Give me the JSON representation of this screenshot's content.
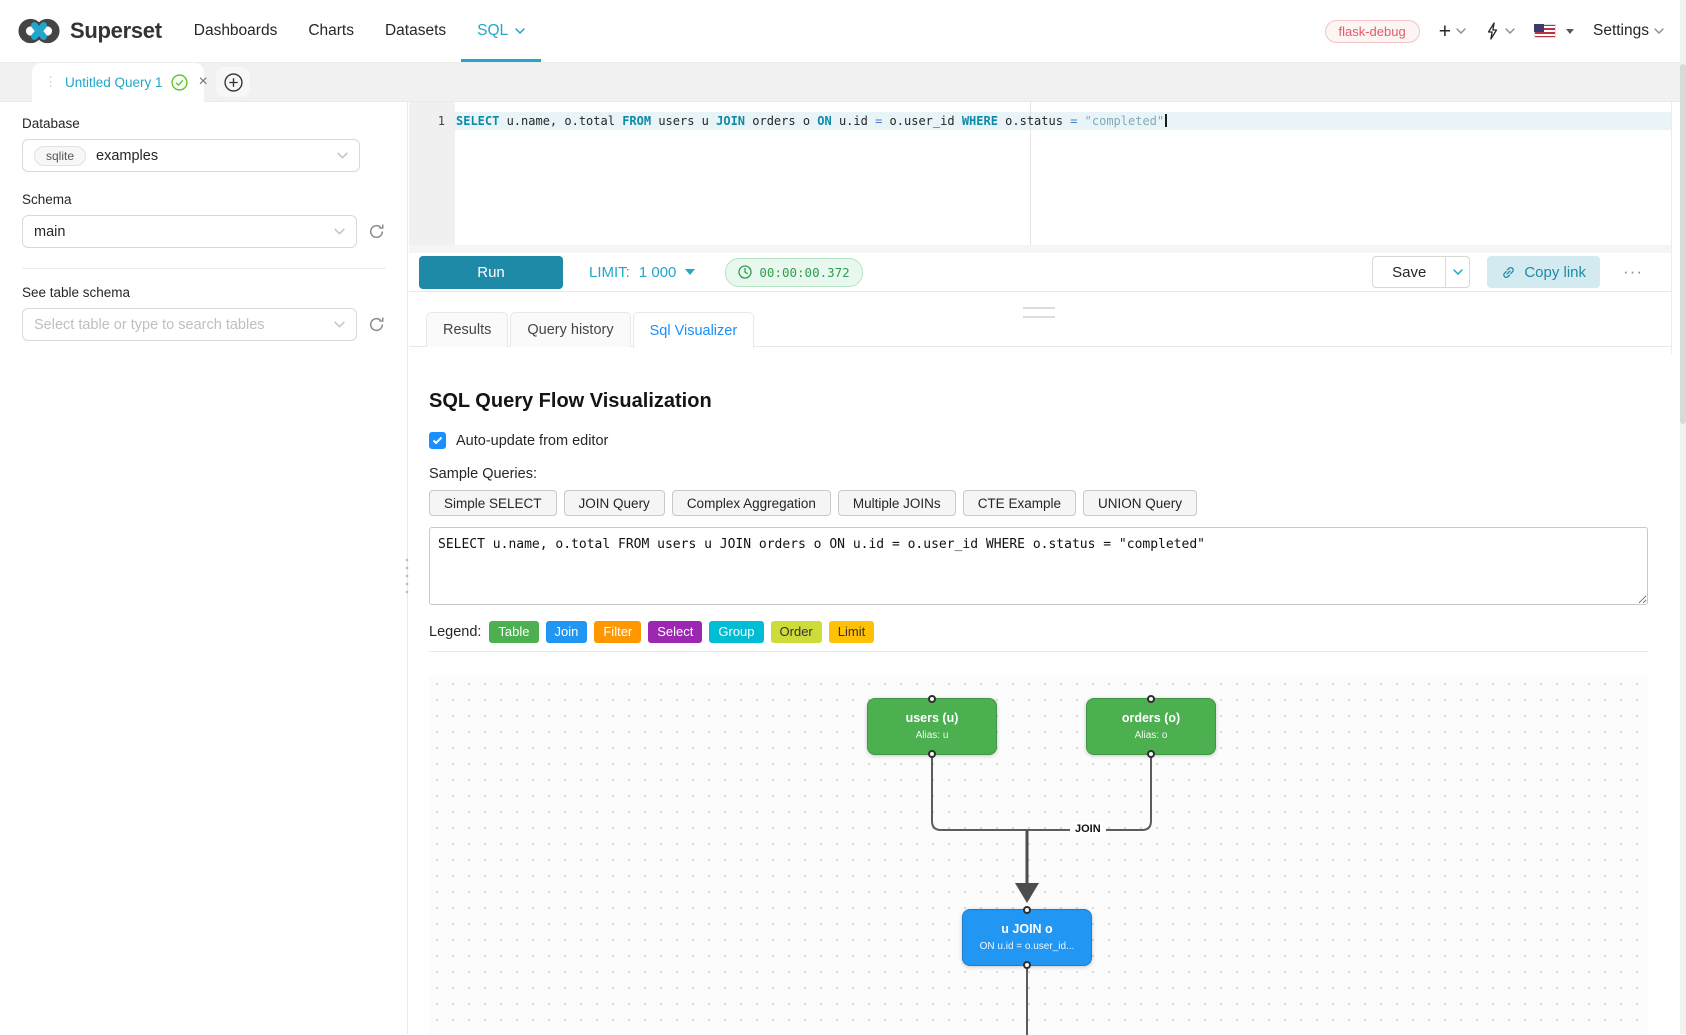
{
  "app": {
    "accent_color": "#20a7c9",
    "active_tab_color": "#1890ff"
  },
  "navbar": {
    "brand": "Superset",
    "items": [
      {
        "label": "Dashboards",
        "active": false
      },
      {
        "label": "Charts",
        "active": false
      },
      {
        "label": "Datasets",
        "active": false
      },
      {
        "label": "SQL",
        "active": true,
        "has_caret": true
      }
    ],
    "env_badge": "flask-debug",
    "settings_label": "Settings"
  },
  "query_tab": {
    "title": "Untitled Query 1",
    "drag_dots": "⋮",
    "close_glyph": "×"
  },
  "sidebar": {
    "database_label": "Database",
    "database_engine": "sqlite",
    "database_value": "examples",
    "schema_label": "Schema",
    "schema_value": "main",
    "table_label": "See table schema",
    "table_placeholder": "Select table or type to search tables"
  },
  "editor": {
    "line_number": "1",
    "code_segments": [
      {
        "text": "SELECT",
        "type": "kw"
      },
      {
        "text": " u.name, o.total ",
        "type": "pl"
      },
      {
        "text": "FROM",
        "type": "kw"
      },
      {
        "text": " users u ",
        "type": "pl"
      },
      {
        "text": "JOIN",
        "type": "kw"
      },
      {
        "text": " orders o ",
        "type": "pl"
      },
      {
        "text": "ON",
        "type": "kw"
      },
      {
        "text": " u.id ",
        "type": "pl"
      },
      {
        "text": "=",
        "type": "op"
      },
      {
        "text": " o.user_id ",
        "type": "pl"
      },
      {
        "text": "WHERE",
        "type": "kw"
      },
      {
        "text": " o.status ",
        "type": "pl"
      },
      {
        "text": "=",
        "type": "op"
      },
      {
        "text": " ",
        "type": "pl"
      },
      {
        "text": "\"completed\"",
        "type": "str"
      }
    ]
  },
  "toolbar": {
    "run_label": "Run",
    "limit_label": "LIMIT:",
    "limit_value": "1 000",
    "timer_value": "00:00:00.372",
    "save_label": "Save",
    "copy_link_label": "Copy link",
    "more_glyph": "···"
  },
  "result_tabs": [
    {
      "label": "Results",
      "active": false
    },
    {
      "label": "Query history",
      "active": false
    },
    {
      "label": "Sql Visualizer",
      "active": true
    }
  ],
  "visualizer": {
    "title": "SQL Query Flow Visualization",
    "auto_update_label": "Auto-update from editor",
    "auto_update_checked": true,
    "sample_queries_label": "Sample Queries:",
    "sample_buttons": [
      "Simple SELECT",
      "JOIN Query",
      "Complex Aggregation",
      "Multiple JOINs",
      "CTE Example",
      "UNION Query"
    ],
    "query_text": "SELECT u.name, o.total FROM users u JOIN orders o ON u.id = o.user_id WHERE o.status = \"completed\"",
    "legend_label": "Legend:",
    "legend": [
      {
        "label": "Table",
        "color": "#4caf50",
        "text": "#ffffff"
      },
      {
        "label": "Join",
        "color": "#2196f3",
        "text": "#ffffff"
      },
      {
        "label": "Filter",
        "color": "#ff9800",
        "text": "#ffffff"
      },
      {
        "label": "Select",
        "color": "#9c27b0",
        "text": "#ffffff"
      },
      {
        "label": "Group",
        "color": "#00bcd4",
        "text": "#ffffff"
      },
      {
        "label": "Order",
        "color": "#cddc39",
        "text": "#333333"
      },
      {
        "label": "Limit",
        "color": "#ffc107",
        "text": "#333333"
      }
    ],
    "flow": {
      "nodes": [
        {
          "id": "users",
          "title": "users (u)",
          "subtitle": "Alias: u",
          "color": "#4caf50"
        },
        {
          "id": "orders",
          "title": "orders (o)",
          "subtitle": "Alias: o",
          "color": "#4caf50"
        },
        {
          "id": "join",
          "title": "u JOIN o",
          "subtitle": "ON u.id = o.user_id...",
          "color": "#2196f3"
        }
      ],
      "edge_label": "JOIN"
    }
  }
}
